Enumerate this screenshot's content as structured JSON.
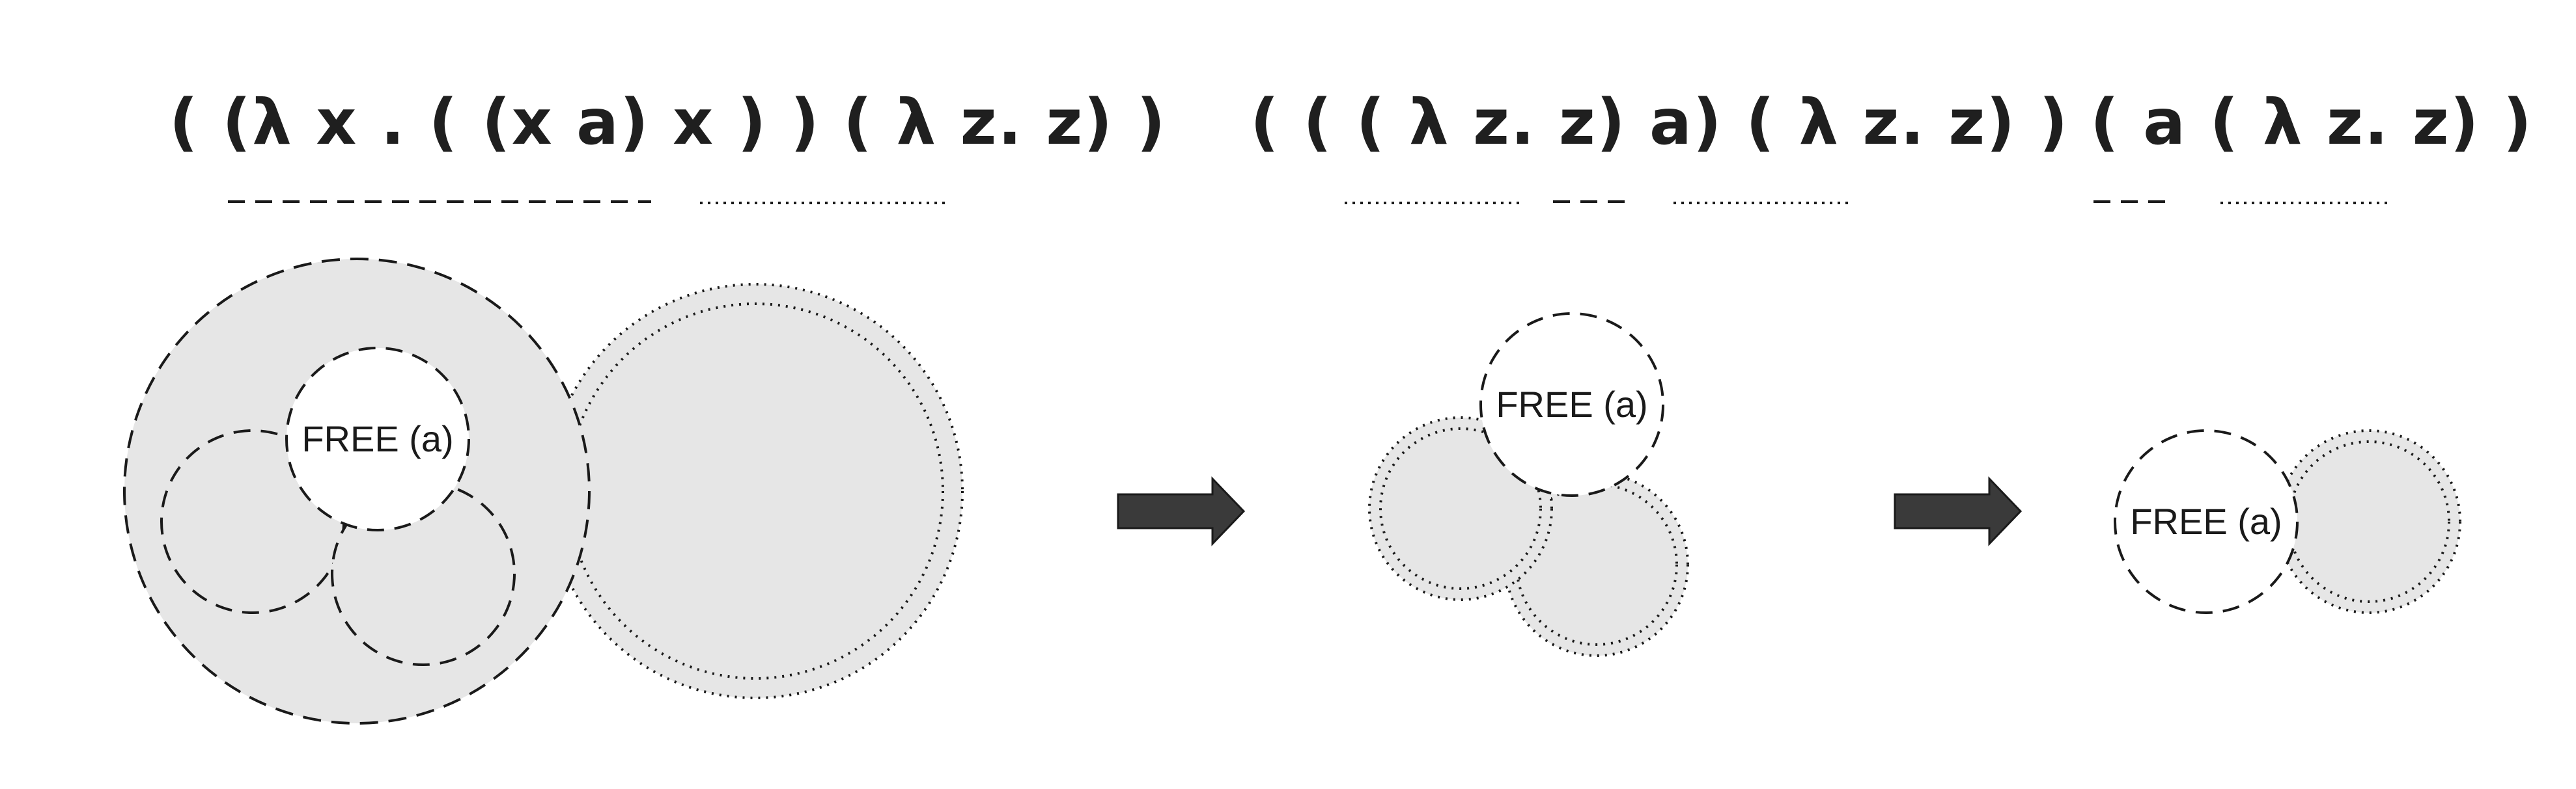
{
  "steps": [
    {
      "expression": "( (λ x . ( (x a) x ) ) ( λ z. z) )",
      "tokens": [
        "(",
        "(λ",
        "x",
        ".",
        "(",
        "(x",
        "a)",
        "x",
        ")",
        ")",
        "(",
        "λ",
        "z.",
        "z)",
        ")"
      ],
      "free_label": "FREE (a)"
    },
    {
      "expression": "( ( ( λ z. z) a) ( λ z. z) )",
      "tokens": [
        "(",
        "(",
        "(",
        "λ",
        "z.",
        "z)",
        "a)",
        "(",
        "λ",
        "z.",
        "z)",
        ")"
      ],
      "free_label": "FREE (a)"
    },
    {
      "expression": "( a ( λ z. z) )",
      "tokens": [
        "(",
        "a",
        "(",
        "λ",
        "z.",
        "z)",
        ")"
      ],
      "free_label": "FREE (a)"
    }
  ],
  "arrows": [
    "right-arrow-icon",
    "right-arrow-icon"
  ],
  "colors": {
    "fill": "#e6e6e6",
    "stroke": "#1a1a1a",
    "arrow": "#3a3a3a",
    "text": "#1f1f1f"
  }
}
